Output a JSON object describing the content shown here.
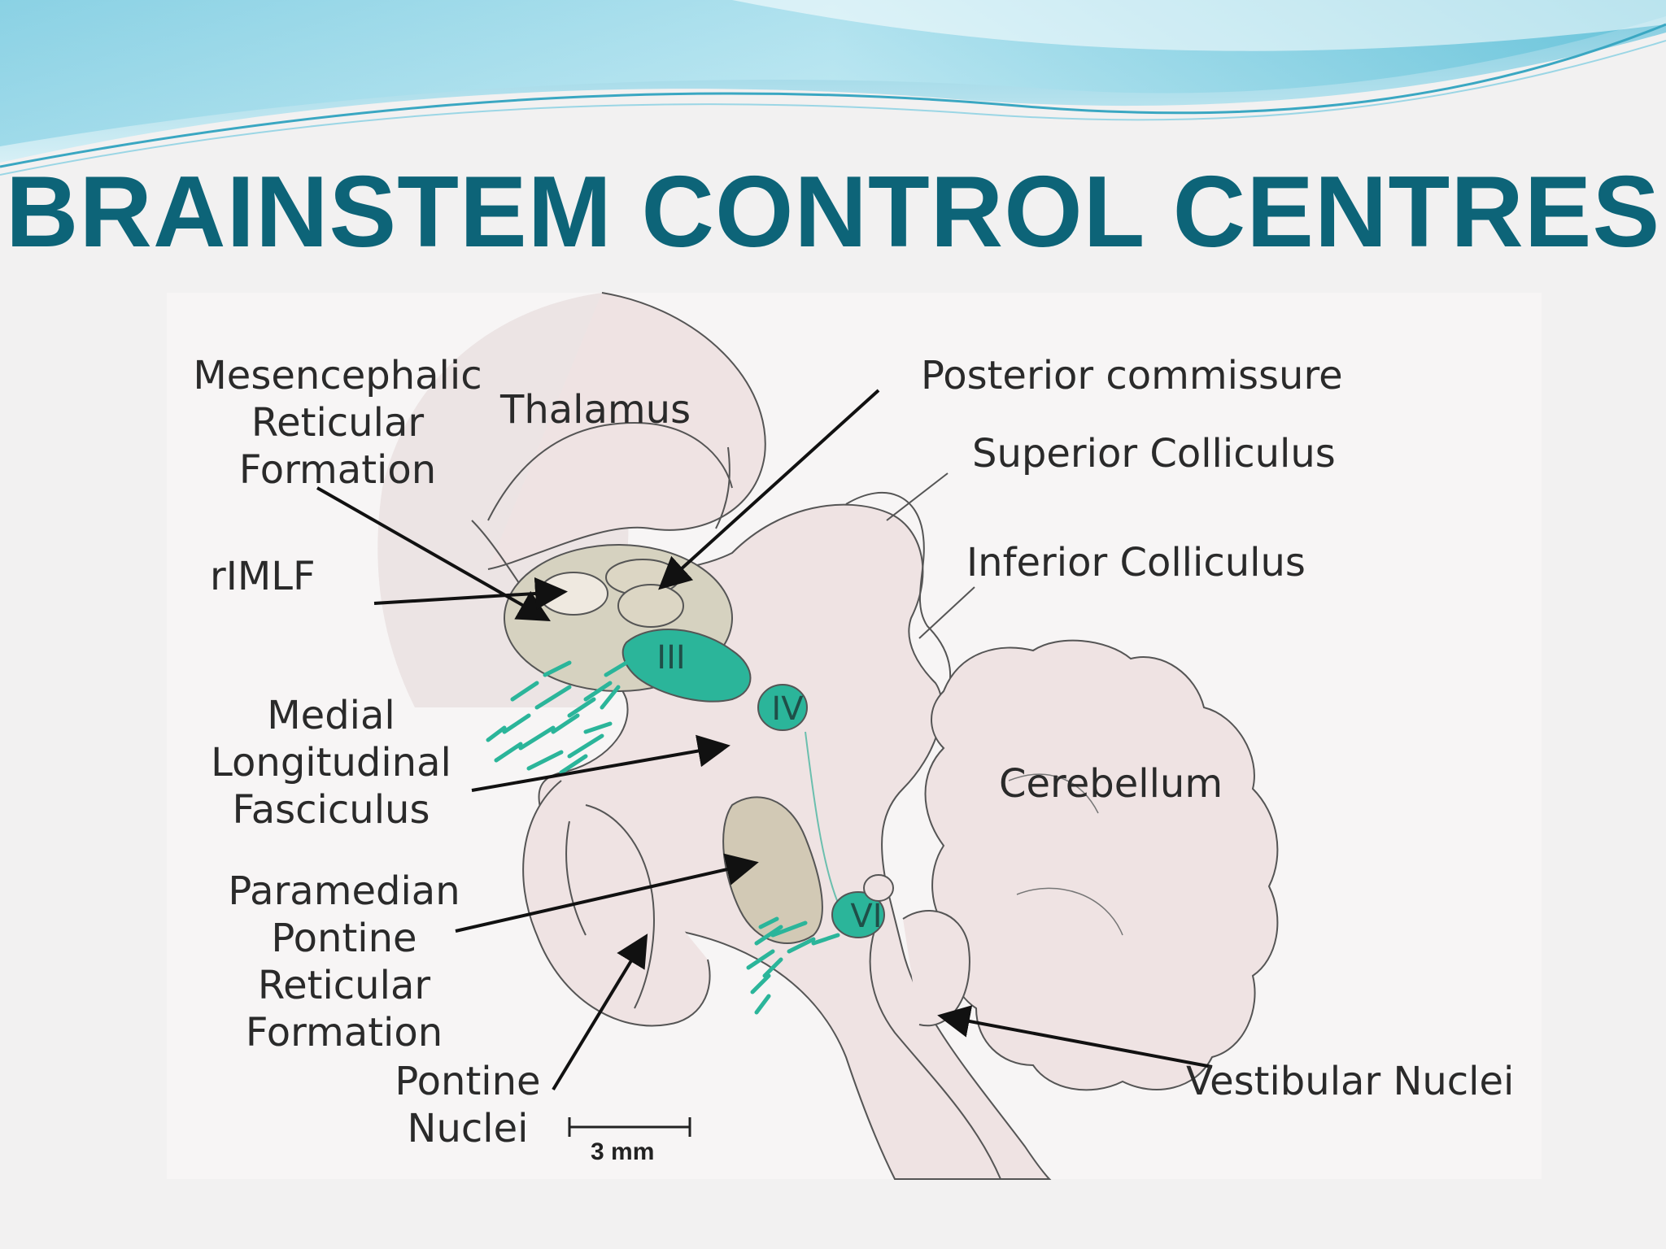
{
  "title": "BRAINSTEM CONTROL CENTRES",
  "labels": {
    "mesencephalic": [
      "Mesencephalic",
      "Reticular",
      "Formation"
    ],
    "thalamus": "Thalamus",
    "rimlf": "rIMLF",
    "posterior_commissure": "Posterior commissure",
    "superior_colliculus": "Superior Colliculus",
    "inferior_colliculus": "Inferior Colliculus",
    "mlf": [
      "Medial",
      "Longitudinal",
      "Fasciculus"
    ],
    "cerebellum": "Cerebellum",
    "pprf": [
      "Paramedian",
      "Pontine",
      "Reticular",
      "Formation"
    ],
    "pontine_nuclei": [
      "Pontine",
      "Nuclei"
    ],
    "vestibular_nuclei": "Vestibular Nuclei",
    "scale_bar": "3 mm"
  },
  "nuclei": {
    "oculomotor": "III",
    "trochlear": "IV",
    "abducens": "VI"
  },
  "colors": {
    "title": "#0d6478",
    "tissue": "#efe3e3",
    "nucleus_teal": "#2bb59a",
    "reticular": "#d6d2c0",
    "pprf": "#d2c9b5",
    "banner_light": "#bfe9f3",
    "banner_mid": "#6fc6dc"
  }
}
